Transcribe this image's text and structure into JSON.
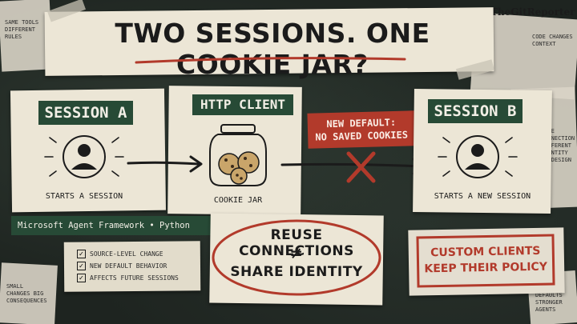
{
  "brand": "TheGitReporter",
  "title": "Two Sessions. One Cookie Jar?",
  "side_notes": {
    "top_left": "Same tools different rules",
    "top_right": "Code changes context",
    "right_mid": "Same connection different identity by design",
    "bottom_left": "Small changes big consequences",
    "bottom_right": "Safer defaults stronger agents"
  },
  "session_a": {
    "label": "Session A",
    "caption": "Starts a session"
  },
  "http_client": {
    "label": "HTTP Client",
    "caption": "Cookie jar"
  },
  "new_default": {
    "line1": "New default:",
    "line2": "No saved cookies"
  },
  "session_b": {
    "label": "Session B",
    "caption": "Starts a new session"
  },
  "framework_tag": "Microsoft Agent Framework • Python",
  "checklist": [
    "Source-level change",
    "New default behavior",
    "Affects future sessions"
  ],
  "center_message": {
    "line1": "Reuse connections",
    "symbol": "≠",
    "line2": "Share identity"
  },
  "stamp": {
    "line1": "Custom clients",
    "line2": "keep their policy"
  },
  "colors": {
    "green": "#274a36",
    "red": "#b23a2b",
    "paper": "#ece6d6",
    "background": "#1e2420"
  }
}
